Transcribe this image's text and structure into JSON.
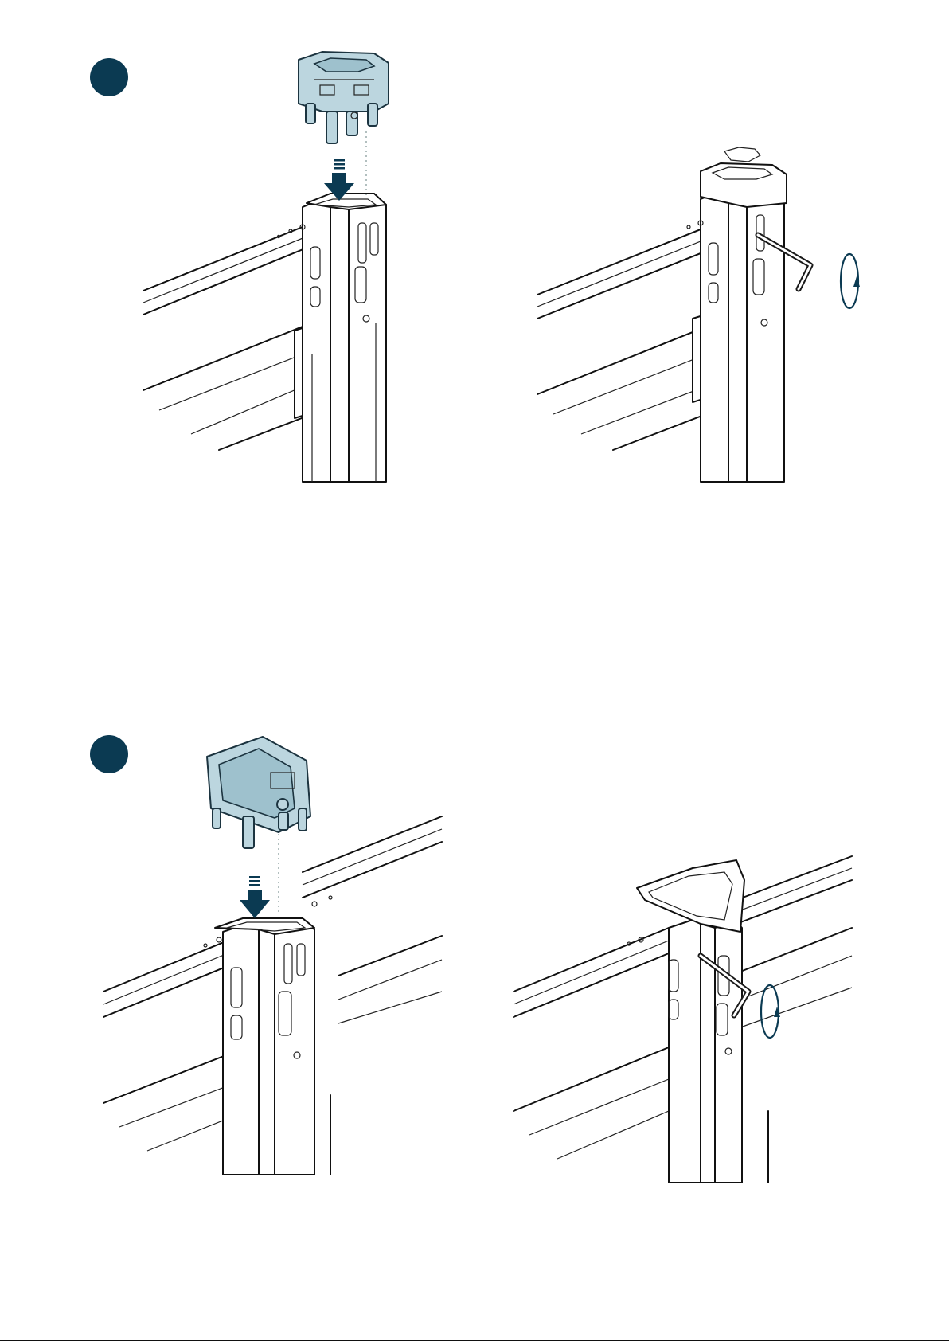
{
  "document": {
    "type": "assembly-instruction-page",
    "accent_color": "#0b3a52",
    "part_color": "#bcd6df"
  },
  "steps": [
    {
      "number": "",
      "panels": [
        {
          "name": "insert-corner-cap",
          "icon": "push-down-arrow-icon"
        },
        {
          "name": "tighten-with-hex-key",
          "icon": "rotate-clockwise-icon"
        }
      ]
    },
    {
      "number": "",
      "panels": [
        {
          "name": "insert-end-bracket",
          "icon": "push-down-arrow-icon"
        },
        {
          "name": "tighten-with-hex-key",
          "icon": "rotate-clockwise-icon"
        }
      ]
    }
  ]
}
